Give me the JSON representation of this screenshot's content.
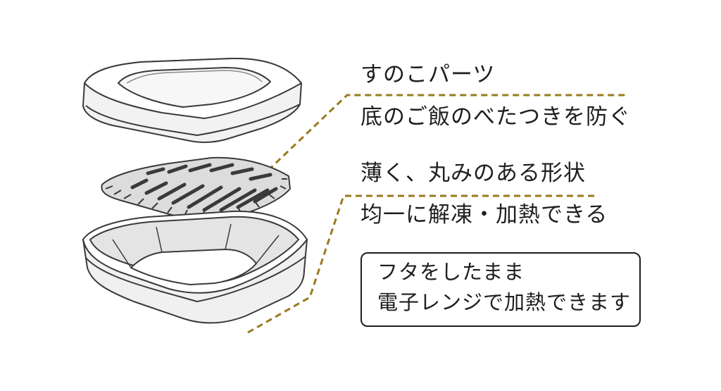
{
  "labels": {
    "sunoko_title": "すのこパーツ",
    "sunoko_desc": "底のご飯のべたつきを防ぐ",
    "shape_title": "薄く、丸みのある形状",
    "shape_desc": "均一に解凍・加熱できる"
  },
  "note": {
    "line1": "フタをしたまま",
    "line2": "電子レンジで加熱できます"
  },
  "colors": {
    "leader_line": "#9a7a1c",
    "outline": "#3a3a3a",
    "text": "#1e1e1e"
  }
}
